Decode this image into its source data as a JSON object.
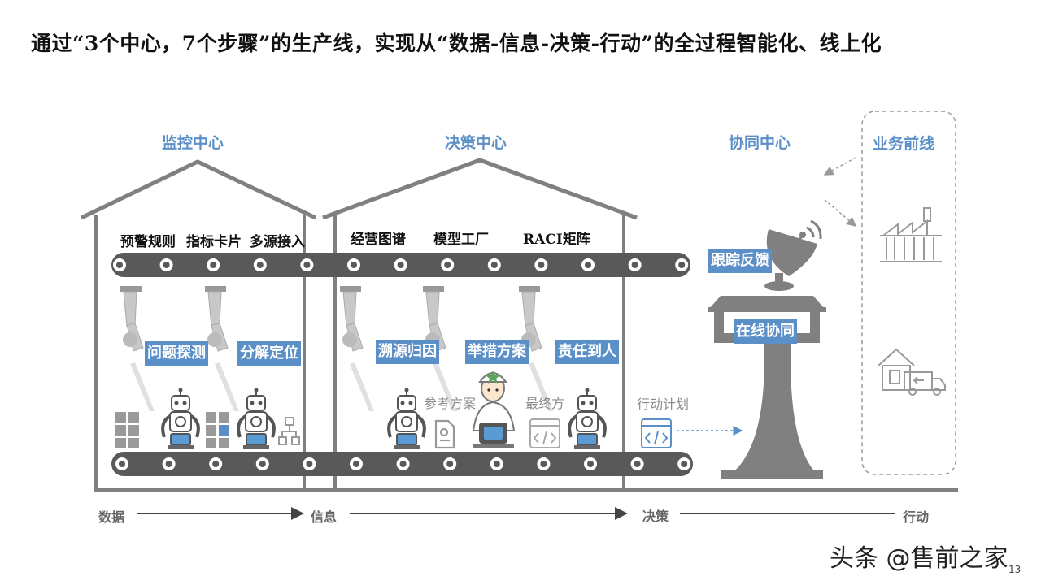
{
  "header": {
    "title": "通过“3个中心，7个步骤”的生产线，实现从“数据-信息-决策-行动”的全过程智能化、线上化"
  },
  "centers": {
    "monitor": "监控中心",
    "decision": "决策中心",
    "collab": "协同中心",
    "frontline": "业务前线"
  },
  "top_labels": {
    "warning_rules": "预警规则",
    "indicator_cards": "指标卡片",
    "multi_source": "多源接入",
    "business_graph": "经营图谱",
    "model_factory": "模型工厂",
    "raci": "RACI矩阵"
  },
  "steps": {
    "problem_detect": "问题探测",
    "decompose": "分解定位",
    "trace_cause": "溯源归因",
    "measures": "举措方案",
    "responsibility": "责任到人",
    "online_collab": "在线协同",
    "tracking": "跟踪反馈"
  },
  "artifacts": {
    "reference_plan": "参考方案",
    "final_plan": "最终方",
    "action_plan": "行动计划"
  },
  "flow": {
    "data": "数据",
    "info": "信息",
    "decision": "决策",
    "action": "行动"
  },
  "colors": {
    "accent": "#5b8fc7",
    "structure": "#808080",
    "dark": "#555555"
  },
  "footer": {
    "watermark": "头条 @售前之家",
    "page": "13"
  }
}
